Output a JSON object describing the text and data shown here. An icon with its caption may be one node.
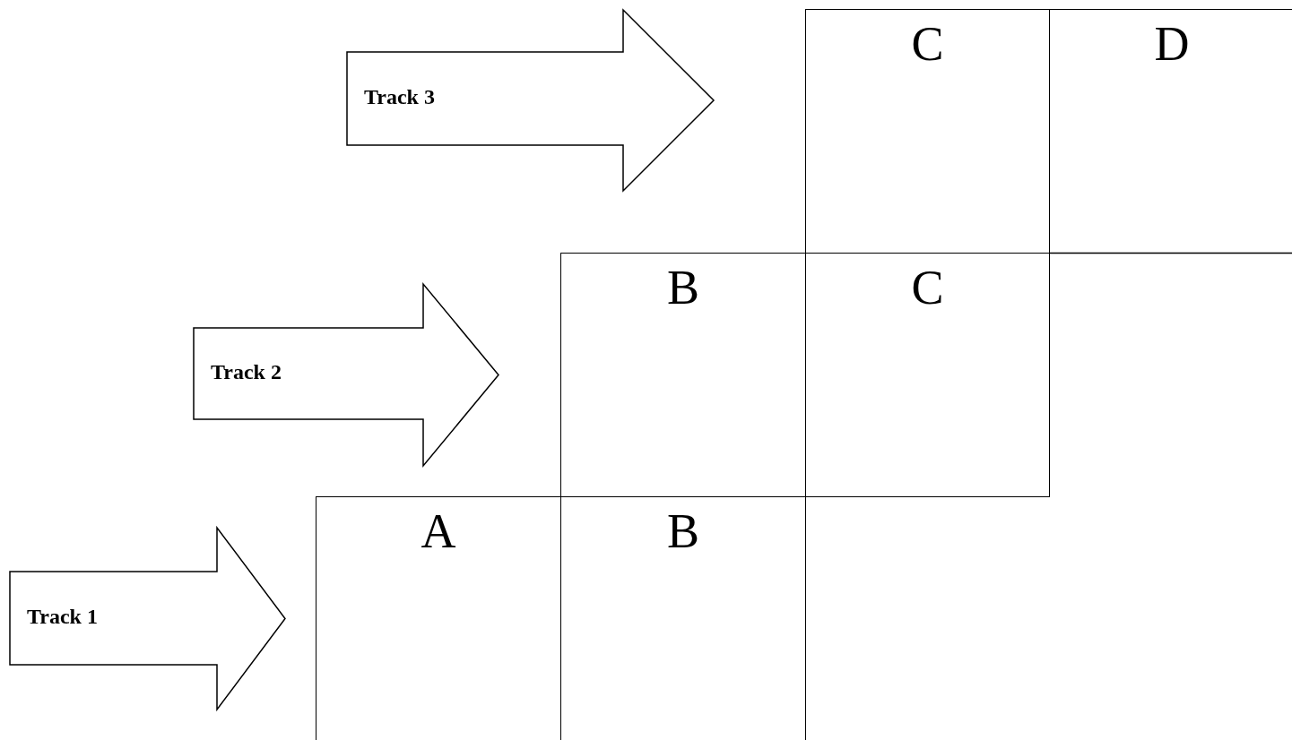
{
  "diagram": {
    "nodes": [
      {
        "text": [
          "Track 3"
        ]
      },
      {
        "text": [
          "C"
        ]
      },
      {
        "text": [
          "D"
        ]
      },
      {
        "text": [
          "Track 2"
        ]
      },
      {
        "text": [
          "B"
        ]
      },
      {
        "text": [
          "C"
        ]
      },
      {
        "text": [
          "Track 1"
        ]
      },
      {
        "text": [
          "A"
        ]
      },
      {
        "text": [
          "B"
        ]
      }
    ]
  }
}
